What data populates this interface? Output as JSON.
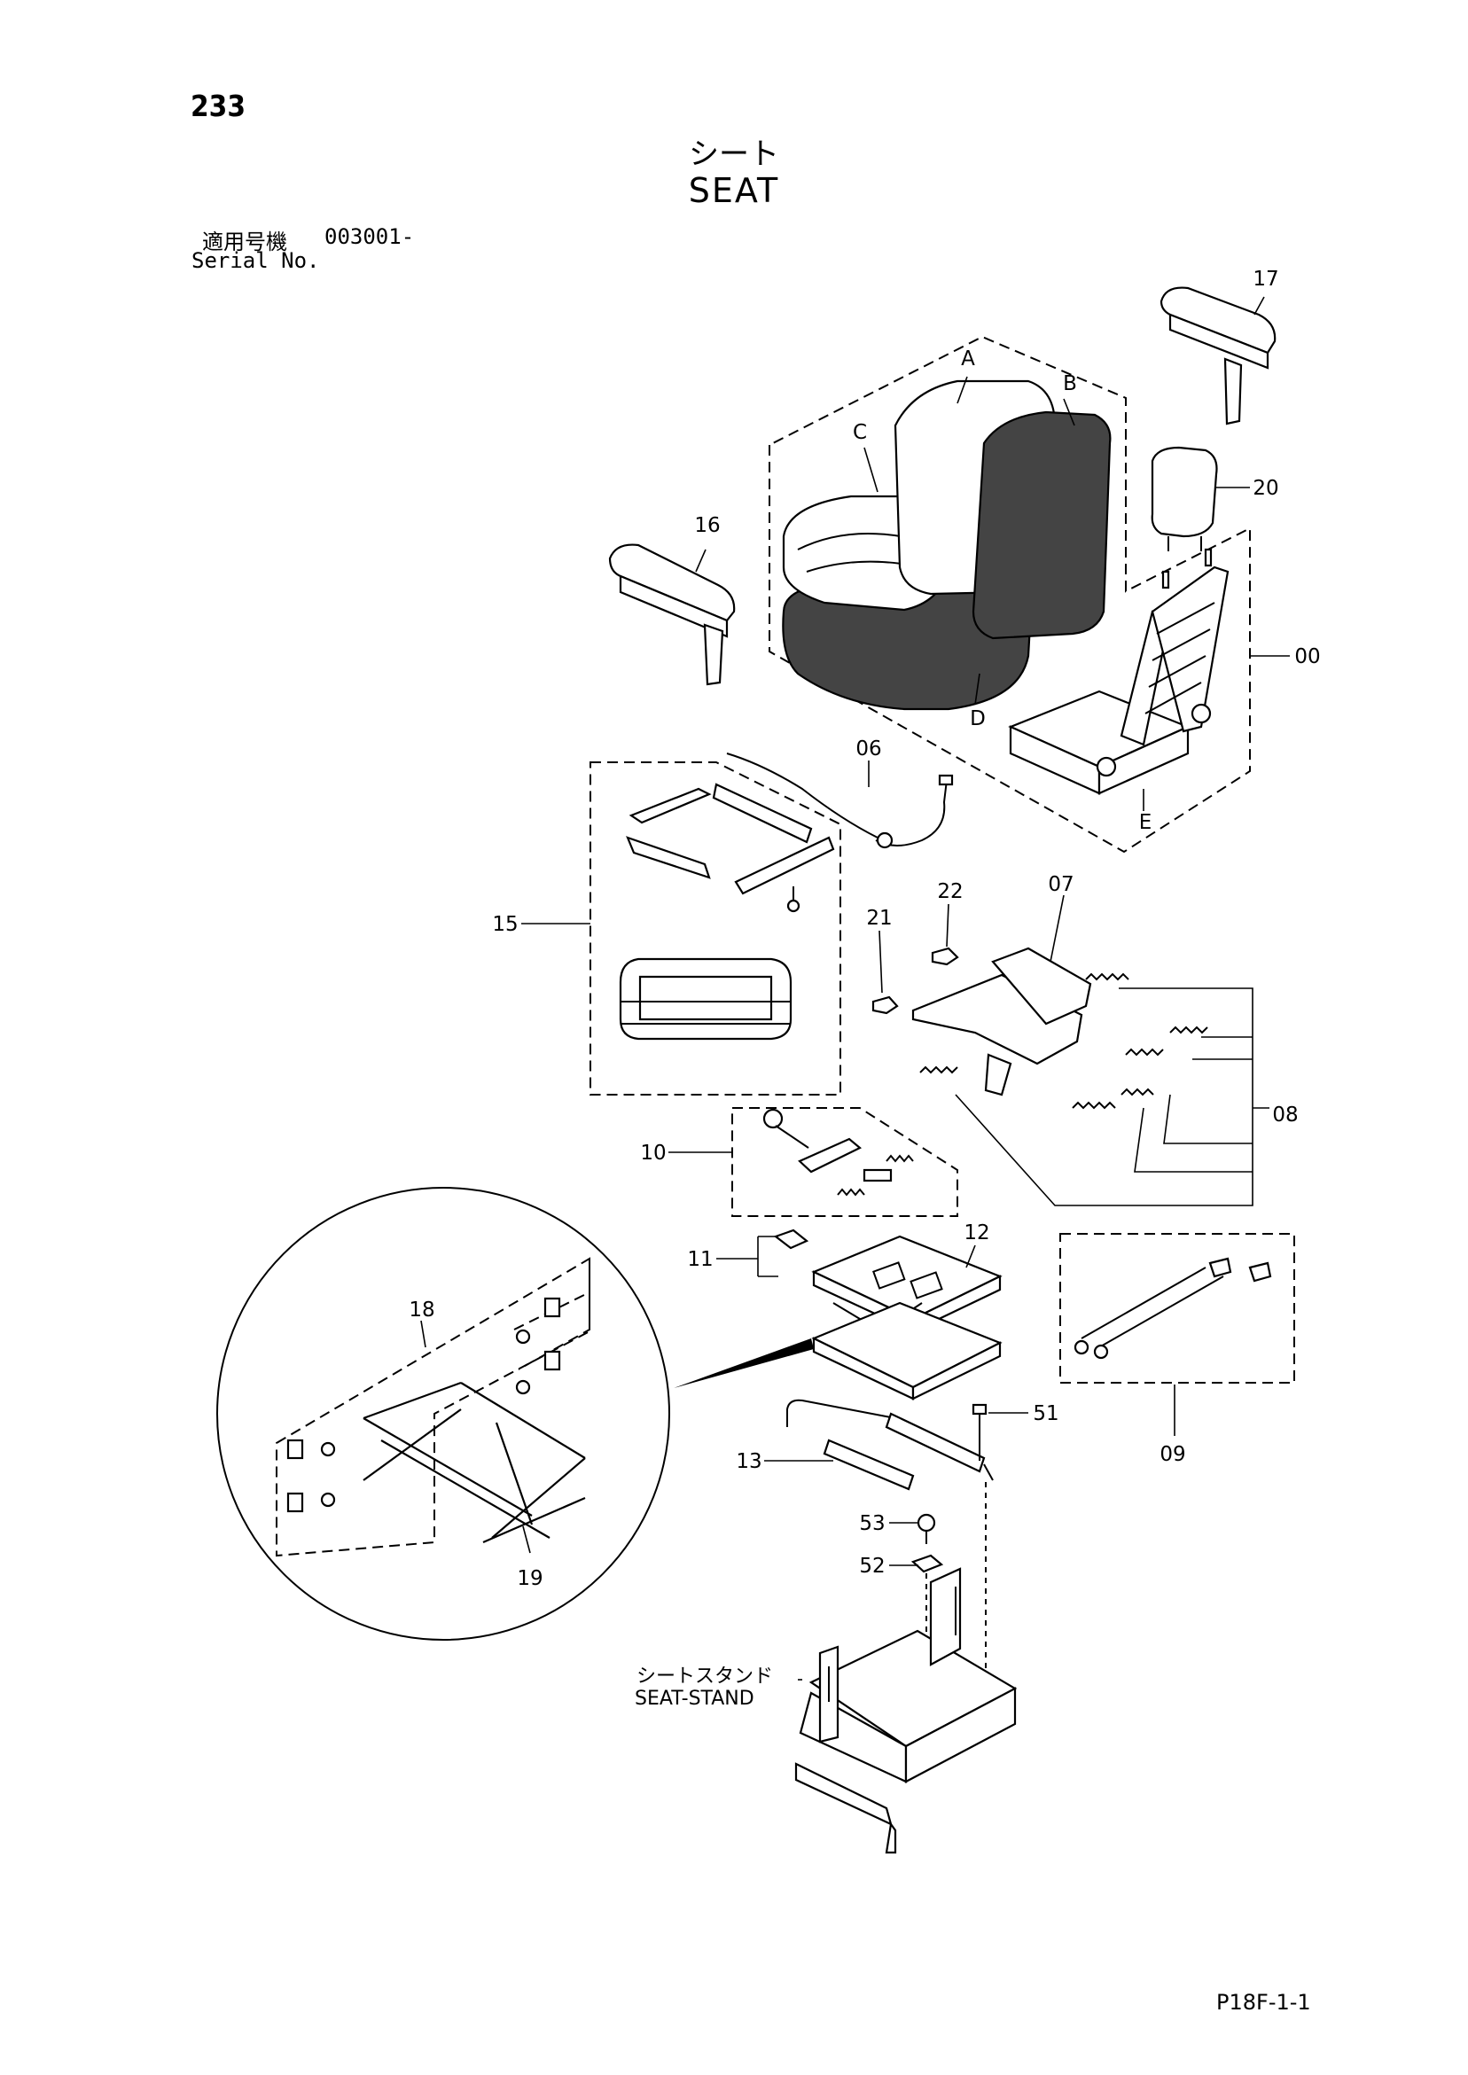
{
  "page_number": "233",
  "title_ja": "シート",
  "title_en": "SEAT",
  "serial": {
    "label_ja": "適用号機",
    "value": "003001-",
    "label_en": "Serial No."
  },
  "stand": {
    "label_ja": "シートスタンド",
    "label_en": "SEAT-STAND"
  },
  "figure_code": "P18F-1-1",
  "callouts": [
    "A",
    "B",
    "C",
    "D",
    "E",
    "00",
    "06",
    "07",
    "08",
    "09",
    "10",
    "11",
    "12",
    "13",
    "15",
    "16",
    "17",
    "18",
    "19",
    "20",
    "21",
    "22",
    "51",
    "52",
    "53"
  ]
}
